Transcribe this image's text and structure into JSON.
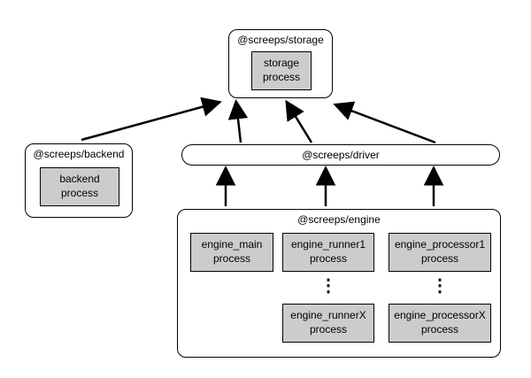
{
  "storage": {
    "label": "@screeps/storage",
    "process_label": "storage process"
  },
  "backend": {
    "label": "@screeps/backend",
    "process_label": "backend process"
  },
  "driver": {
    "label": "@screeps/driver"
  },
  "engine": {
    "label": "@screeps/engine",
    "main_process_label": "engine_main process",
    "runner1_process_label": "engine_runner1 process",
    "runnerX_process_label": "engine_runnerX process",
    "processor1_process_label": "engine_processor1 process",
    "processorX_process_label": "engine_processorX process",
    "runner_dots": "⋮",
    "processor_dots": "⋮"
  },
  "colors": {
    "process_fill": "#cccccc",
    "border": "#000000",
    "container_fill": "#ffffff"
  }
}
